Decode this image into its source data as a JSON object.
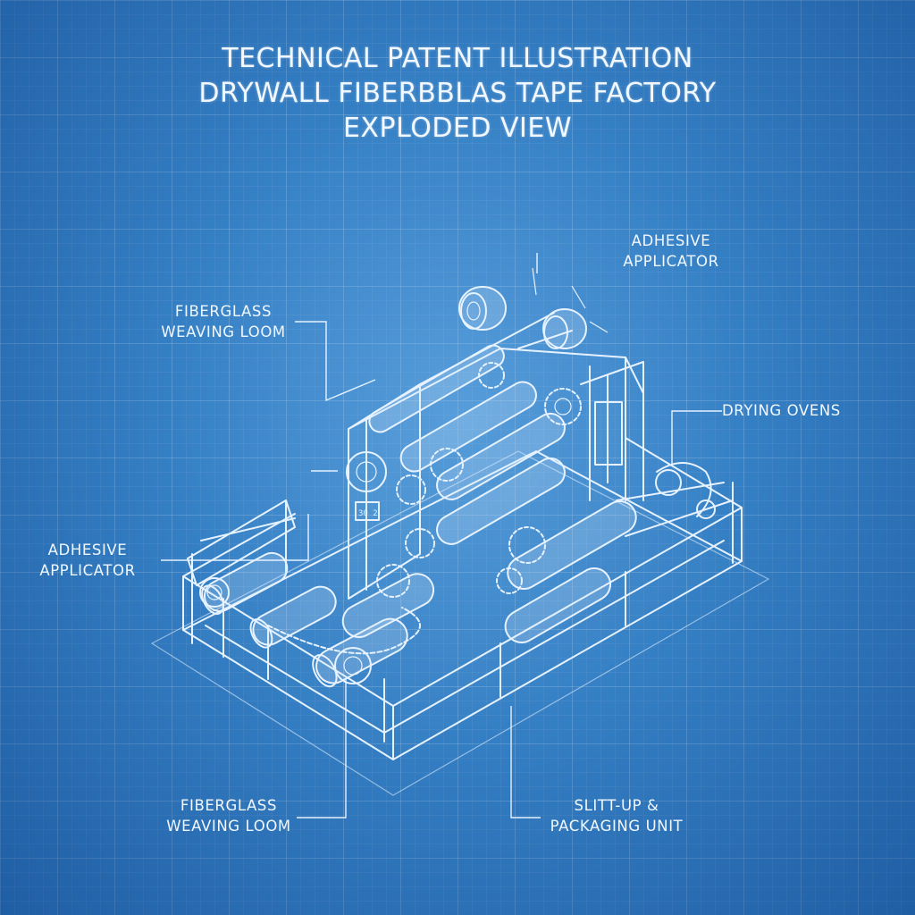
{
  "title": {
    "line1": "TECHNICAL PATENT ILLUSTRATION",
    "line2": "DRYWALL FIBERBBLAS TAPE FACTORY",
    "line3": "EXPLODED VIEW"
  },
  "labels": {
    "adhesive_top": [
      "ADHESIVE",
      "APPLICATOR"
    ],
    "loom_top": [
      "FIBERGLASS",
      "WEAVING LOOM"
    ],
    "drying": [
      "DRYING  OVENS"
    ],
    "adhesive_left": [
      "ADHESIVE",
      "APPLICATOR"
    ],
    "loom_bottom": [
      "FIBERGLASS",
      "WEAVING LOOM"
    ],
    "slitter": [
      "SLITT-UP &",
      "PACKAGING UNIT"
    ]
  },
  "machine_markings": {
    "plate_text": "30 2"
  },
  "colors": {
    "background": "#2f7bc0",
    "line": "#e6f2ff",
    "text": "#f0f7ff"
  }
}
